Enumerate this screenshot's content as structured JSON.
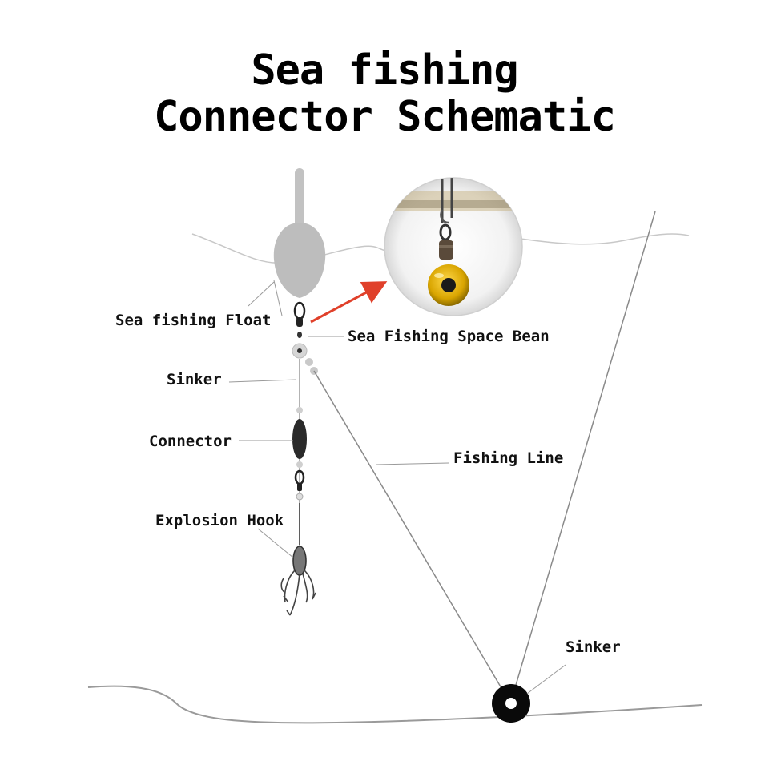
{
  "title": {
    "line1": "Sea fishing",
    "line2": "Connector Schematic"
  },
  "labels": {
    "float": "Sea fishing Float",
    "space_bean": "Sea Fishing Space Bean",
    "sinker_upper": "Sinker",
    "connector": "Connector",
    "fishing_line": "Fishing Line",
    "explosion_hook": "Explosion Hook",
    "sinker_bottom": "Sinker"
  },
  "colors": {
    "line": "#8a8a8a",
    "float": "#bdbdbd",
    "arrow": "#e0402a",
    "bean": "#e8b800",
    "connector": "#2a2a2a"
  }
}
